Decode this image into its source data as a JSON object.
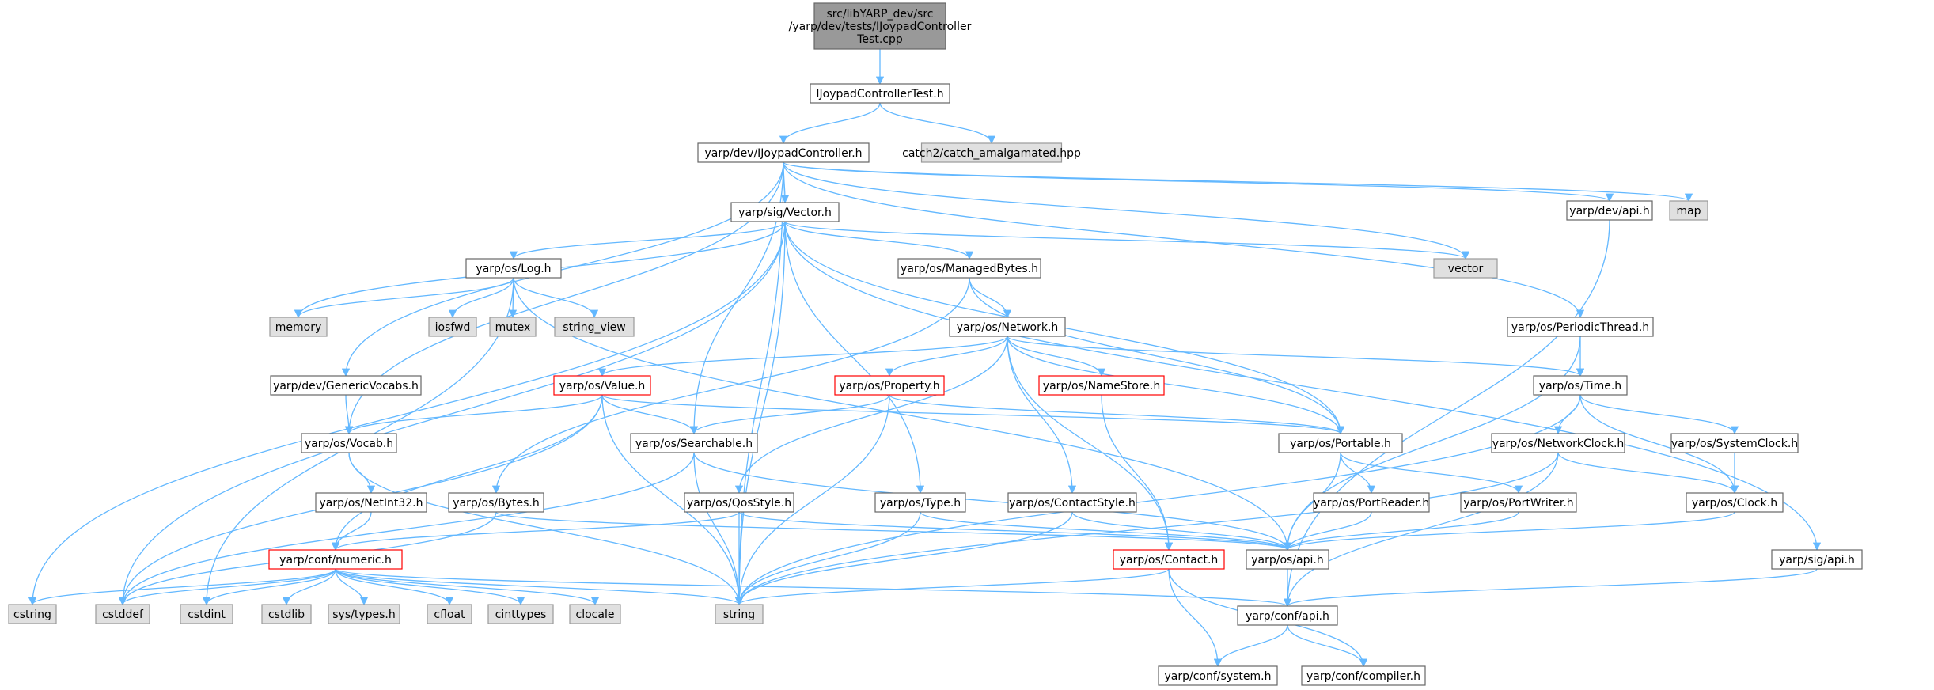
{
  "colors": {
    "edge": "#63b8ff",
    "root_fill": "#999999",
    "root_border": "#666666",
    "plain_fill": "#ffffff",
    "plain_border": "#666666",
    "system_fill": "#e0e0e0",
    "system_border": "#999999",
    "truncated_border": "#ff0000"
  },
  "nodes": [
    {
      "id": "root",
      "label": "src/libYARP_dev/src\n/yarp/dev/tests/IJoypadController\nTest.cpp",
      "style": "root"
    },
    {
      "id": "ijct",
      "label": "IJoypadControllerTest.h",
      "style": "plain"
    },
    {
      "id": "ijc",
      "label": "yarp/dev/IJoypadController.h",
      "style": "plain"
    },
    {
      "id": "catch",
      "label": "catch2/catch_amalgamated.hpp",
      "style": "system"
    },
    {
      "id": "vector_h",
      "label": "yarp/sig/Vector.h",
      "style": "plain"
    },
    {
      "id": "devapi",
      "label": "yarp/dev/api.h",
      "style": "plain"
    },
    {
      "id": "map",
      "label": "map",
      "style": "system"
    },
    {
      "id": "vector",
      "label": "vector",
      "style": "system"
    },
    {
      "id": "log",
      "label": "yarp/os/Log.h",
      "style": "plain"
    },
    {
      "id": "managed",
      "label": "yarp/os/ManagedBytes.h",
      "style": "plain"
    },
    {
      "id": "memory",
      "label": "memory",
      "style": "system"
    },
    {
      "id": "iosfwd",
      "label": "iosfwd",
      "style": "system"
    },
    {
      "id": "mutex",
      "label": "mutex",
      "style": "system"
    },
    {
      "id": "string_view",
      "label": "string_view",
      "style": "system"
    },
    {
      "id": "network",
      "label": "yarp/os/Network.h",
      "style": "plain"
    },
    {
      "id": "periodic",
      "label": "yarp/os/PeriodicThread.h",
      "style": "plain"
    },
    {
      "id": "genvocabs",
      "label": "yarp/dev/GenericVocabs.h",
      "style": "plain"
    },
    {
      "id": "value",
      "label": "yarp/os/Value.h",
      "style": "truncated"
    },
    {
      "id": "property",
      "label": "yarp/os/Property.h",
      "style": "truncated"
    },
    {
      "id": "namestore",
      "label": "yarp/os/NameStore.h",
      "style": "truncated"
    },
    {
      "id": "time",
      "label": "yarp/os/Time.h",
      "style": "plain"
    },
    {
      "id": "vocab",
      "label": "yarp/os/Vocab.h",
      "style": "plain"
    },
    {
      "id": "searchable",
      "label": "yarp/os/Searchable.h",
      "style": "plain"
    },
    {
      "id": "portable",
      "label": "yarp/os/Portable.h",
      "style": "plain"
    },
    {
      "id": "netclock",
      "label": "yarp/os/NetworkClock.h",
      "style": "plain"
    },
    {
      "id": "sysclock",
      "label": "yarp/os/SystemClock.h",
      "style": "plain"
    },
    {
      "id": "netint32",
      "label": "yarp/os/NetInt32.h",
      "style": "plain"
    },
    {
      "id": "bytes",
      "label": "yarp/os/Bytes.h",
      "style": "plain"
    },
    {
      "id": "qos",
      "label": "yarp/os/QosStyle.h",
      "style": "plain"
    },
    {
      "id": "type",
      "label": "yarp/os/Type.h",
      "style": "plain"
    },
    {
      "id": "contactstyle",
      "label": "yarp/os/ContactStyle.h",
      "style": "plain"
    },
    {
      "id": "portreader",
      "label": "yarp/os/PortReader.h",
      "style": "plain"
    },
    {
      "id": "portwriter",
      "label": "yarp/os/PortWriter.h",
      "style": "plain"
    },
    {
      "id": "clock",
      "label": "yarp/os/Clock.h",
      "style": "plain"
    },
    {
      "id": "numeric",
      "label": "yarp/conf/numeric.h",
      "style": "truncated"
    },
    {
      "id": "contact",
      "label": "yarp/os/Contact.h",
      "style": "truncated"
    },
    {
      "id": "osapi",
      "label": "yarp/os/api.h",
      "style": "plain"
    },
    {
      "id": "sigapi",
      "label": "yarp/sig/api.h",
      "style": "plain"
    },
    {
      "id": "cstring",
      "label": "cstring",
      "style": "system"
    },
    {
      "id": "cstddef",
      "label": "cstddef",
      "style": "system"
    },
    {
      "id": "cstdint",
      "label": "cstdint",
      "style": "system"
    },
    {
      "id": "cstdlib",
      "label": "cstdlib",
      "style": "system"
    },
    {
      "id": "systypes",
      "label": "sys/types.h",
      "style": "system"
    },
    {
      "id": "cfloat",
      "label": "cfloat",
      "style": "system"
    },
    {
      "id": "cinttypes",
      "label": "cinttypes",
      "style": "system"
    },
    {
      "id": "clocale",
      "label": "clocale",
      "style": "system"
    },
    {
      "id": "string",
      "label": "string",
      "style": "system"
    },
    {
      "id": "confapi",
      "label": "yarp/conf/api.h",
      "style": "plain"
    },
    {
      "id": "confsystem",
      "label": "yarp/conf/system.h",
      "style": "plain"
    },
    {
      "id": "confcompiler",
      "label": "yarp/conf/compiler.h",
      "style": "plain"
    }
  ],
  "edges": [
    [
      "root",
      "ijct"
    ],
    [
      "ijct",
      "ijc"
    ],
    [
      "ijct",
      "catch"
    ],
    [
      "ijc",
      "vector_h"
    ],
    [
      "ijc",
      "devapi"
    ],
    [
      "ijc",
      "map"
    ],
    [
      "ijc",
      "vector"
    ],
    [
      "ijc",
      "periodic"
    ],
    [
      "ijc",
      "genvocabs"
    ],
    [
      "ijc",
      "vocab"
    ],
    [
      "ijc",
      "searchable"
    ],
    [
      "ijc",
      "string"
    ],
    [
      "vector_h",
      "log"
    ],
    [
      "vector_h",
      "managed"
    ],
    [
      "vector_h",
      "vector"
    ],
    [
      "vector_h",
      "memory"
    ],
    [
      "vector_h",
      "cstring"
    ],
    [
      "vector_h",
      "cstddef"
    ],
    [
      "vector_h",
      "portable"
    ],
    [
      "vector_h",
      "type"
    ],
    [
      "vector_h",
      "sigapi"
    ],
    [
      "vector_h",
      "string"
    ],
    [
      "devapi",
      "confapi"
    ],
    [
      "log",
      "memory"
    ],
    [
      "log",
      "iosfwd"
    ],
    [
      "log",
      "mutex"
    ],
    [
      "log",
      "string_view"
    ],
    [
      "log",
      "cstdint"
    ],
    [
      "log",
      "osapi"
    ],
    [
      "managed",
      "network"
    ],
    [
      "managed",
      "bytes"
    ],
    [
      "managed",
      "portable"
    ],
    [
      "network",
      "value"
    ],
    [
      "network",
      "property"
    ],
    [
      "network",
      "namestore"
    ],
    [
      "network",
      "time"
    ],
    [
      "network",
      "portable"
    ],
    [
      "network",
      "qos"
    ],
    [
      "network",
      "contactstyle"
    ],
    [
      "network",
      "contact"
    ],
    [
      "periodic",
      "time"
    ],
    [
      "periodic",
      "osapi"
    ],
    [
      "genvocabs",
      "vocab"
    ],
    [
      "value",
      "vocab"
    ],
    [
      "value",
      "searchable"
    ],
    [
      "value",
      "portable"
    ],
    [
      "value",
      "numeric"
    ],
    [
      "value",
      "cstddef"
    ],
    [
      "value",
      "string"
    ],
    [
      "property",
      "searchable"
    ],
    [
      "property",
      "portable"
    ],
    [
      "property",
      "string"
    ],
    [
      "namestore",
      "contact"
    ],
    [
      "time",
      "netclock"
    ],
    [
      "time",
      "sysclock"
    ],
    [
      "time",
      "clock"
    ],
    [
      "time",
      "string"
    ],
    [
      "vocab",
      "netint32"
    ],
    [
      "vocab",
      "string"
    ],
    [
      "searchable",
      "osapi"
    ],
    [
      "searchable",
      "string"
    ],
    [
      "searchable",
      "cstddef"
    ],
    [
      "portable",
      "portreader"
    ],
    [
      "portable",
      "portwriter"
    ],
    [
      "portable",
      "osapi"
    ],
    [
      "netclock",
      "clock"
    ],
    [
      "netclock",
      "string"
    ],
    [
      "netclock",
      "confapi"
    ],
    [
      "sysclock",
      "clock"
    ],
    [
      "netint32",
      "numeric"
    ],
    [
      "bytes",
      "osapi"
    ],
    [
      "bytes",
      "cstddef"
    ],
    [
      "qos",
      "numeric"
    ],
    [
      "qos",
      "osapi"
    ],
    [
      "qos",
      "string"
    ],
    [
      "type",
      "osapi"
    ],
    [
      "type",
      "string"
    ],
    [
      "contactstyle",
      "osapi"
    ],
    [
      "contactstyle",
      "string"
    ],
    [
      "portreader",
      "osapi"
    ],
    [
      "portwriter",
      "osapi"
    ],
    [
      "clock",
      "osapi"
    ],
    [
      "numeric",
      "cstring"
    ],
    [
      "numeric",
      "cstddef"
    ],
    [
      "numeric",
      "cstdint"
    ],
    [
      "numeric",
      "cstdlib"
    ],
    [
      "numeric",
      "systypes"
    ],
    [
      "numeric",
      "cfloat"
    ],
    [
      "numeric",
      "cinttypes"
    ],
    [
      "numeric",
      "clocale"
    ],
    [
      "numeric",
      "string"
    ],
    [
      "numeric",
      "confapi"
    ],
    [
      "contact",
      "string"
    ],
    [
      "contact",
      "confsystem"
    ],
    [
      "contact",
      "confcompiler"
    ],
    [
      "osapi",
      "confapi"
    ],
    [
      "sigapi",
      "confapi"
    ],
    [
      "confapi",
      "confsystem"
    ],
    [
      "confapi",
      "confcompiler"
    ]
  ]
}
